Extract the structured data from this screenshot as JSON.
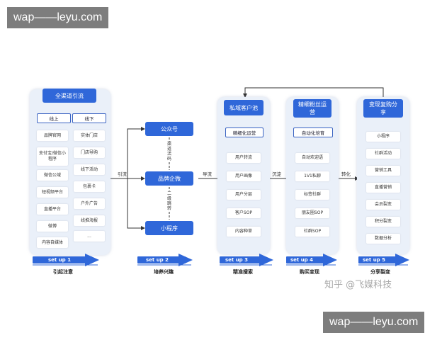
{
  "watermark": {
    "top": "wap——leyu.com",
    "bottom": "wap——leyu.com"
  },
  "stage1": {
    "title": "全渠道引流",
    "online": "线上",
    "offline": "线下",
    "online_items": [
      "品牌官网",
      "支付宝/微信小程序",
      "微信公域",
      "短视频平台",
      "直播平台",
      "微博",
      "内容自媒体"
    ],
    "offline_items": [
      "实体门店",
      "门店导购",
      "线下活动",
      "包裹卡",
      "户外广告",
      "线推海报",
      "..."
    ],
    "step": "set up 1",
    "caption": "引起注意"
  },
  "stage2": {
    "box_top": "公众号",
    "box_mid": "品牌企微",
    "box_bottom": "小程序",
    "label_up": "渠道活码",
    "label_down": "二级跳转",
    "step": "set up 2",
    "caption": "培养兴趣"
  },
  "stage3": {
    "title": "私域客户池",
    "sub": "精细化运营",
    "items": [
      "用户转流",
      "用户画像",
      "用户分层",
      "客户SOP",
      "内容种草"
    ],
    "step": "set up 3",
    "caption": "精准搜索"
  },
  "stage4": {
    "title": "精细粉丝运营",
    "sub": "自动化培育",
    "items": [
      "自动欢迎语",
      "1V1私聊",
      "标签社群",
      "朋友圈SOP",
      "社群SOP"
    ],
    "step": "set up 4",
    "caption": "购买变现"
  },
  "stage5": {
    "title": "变现复购分享",
    "items": [
      "小程序",
      "社群活动",
      "营销工具",
      "直播营销",
      "会员裂变",
      "积分裂变",
      "数据分析"
    ],
    "step": "set up 5",
    "caption": "分享裂变"
  },
  "arrows": {
    "a1": "引流",
    "a2": "导流",
    "a3": "沉淀",
    "a4": "转化"
  },
  "footer": {
    "zhihu": "知乎 @飞媒科技"
  },
  "colors": {
    "primary": "#2f67d9",
    "panel": "#eaf0f9"
  }
}
